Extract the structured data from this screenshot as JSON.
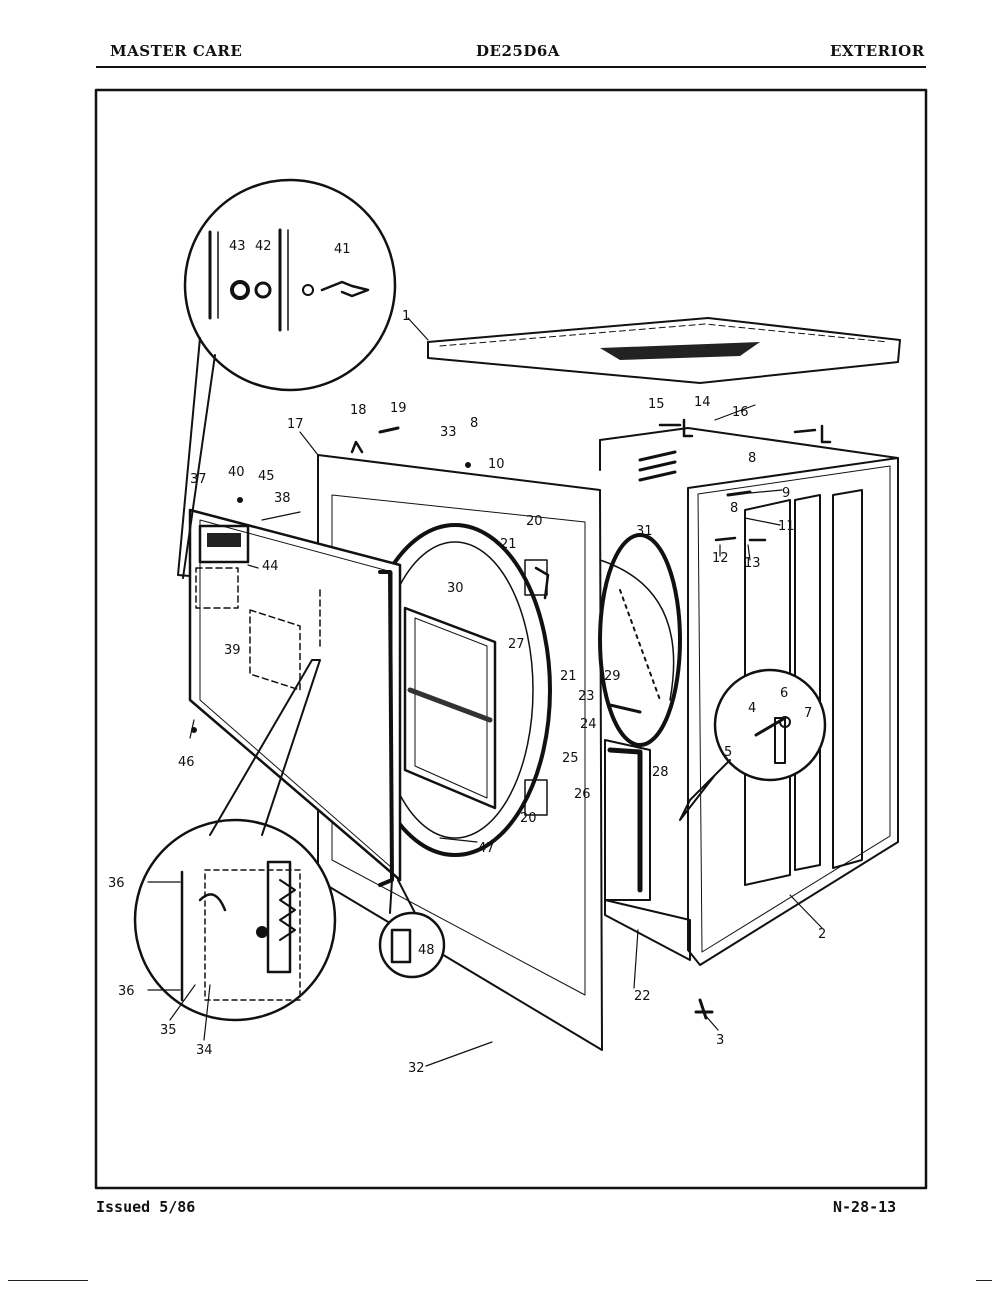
{
  "header": {
    "left": "MASTER CARE",
    "center": "DE25D6A",
    "right": "EXTERIOR"
  },
  "footer": {
    "left": "Issued 5/86",
    "right": "N-28-13"
  },
  "callouts": {
    "c1": "1",
    "c2": "2",
    "c3": "3",
    "c4": "4",
    "c5": "5",
    "c6": "6",
    "c7": "7",
    "c8a": "8",
    "c8b": "8",
    "c8c": "8",
    "c9": "9",
    "c10": "10",
    "c11": "11",
    "c12": "12",
    "c13": "13",
    "c14": "14",
    "c15": "15",
    "c16": "16",
    "c17": "17",
    "c18": "18",
    "c19": "19",
    "c20a": "20",
    "c20b": "20",
    "c21a": "21",
    "c21b": "21",
    "c22": "22",
    "c23": "23",
    "c24": "24",
    "c25": "25",
    "c26": "26",
    "c27": "27",
    "c28": "28",
    "c29": "29",
    "c30": "30",
    "c31": "31",
    "c32": "32",
    "c33": "33",
    "c34": "34",
    "c35": "35",
    "c36a": "36",
    "c36b": "36",
    "c37": "37",
    "c38": "38",
    "c39": "39",
    "c40": "40",
    "c41": "41",
    "c42": "42",
    "c43": "43",
    "c44": "44",
    "c45": "45",
    "c46": "46",
    "c47": "47",
    "c48": "48"
  }
}
